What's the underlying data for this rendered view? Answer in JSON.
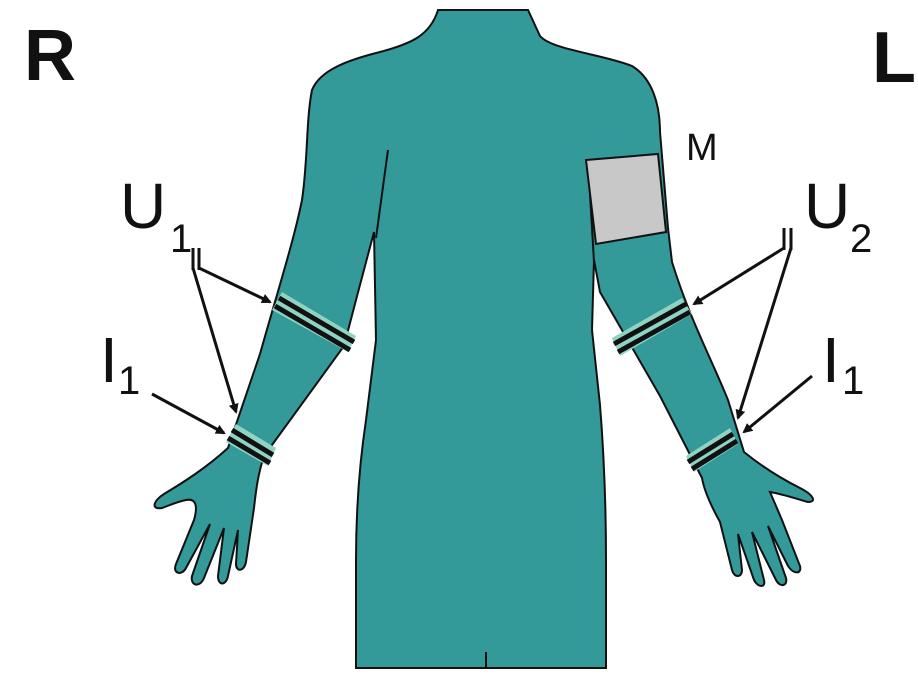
{
  "colors": {
    "body_fill": "#339999",
    "outline": "#111111",
    "patch_fill": "#c8c8c8",
    "band_light": "#8fd3c3",
    "text": "#111111"
  },
  "labels": {
    "right_side": "R",
    "left_side": "L",
    "u1_main": "U",
    "u1_sub": "1",
    "u2_main": "U",
    "u2_sub": "2",
    "i1_left_main": "I",
    "i1_left_sub": "1",
    "i1_right_main": "I",
    "i1_right_sub": "1",
    "patch": "M"
  }
}
